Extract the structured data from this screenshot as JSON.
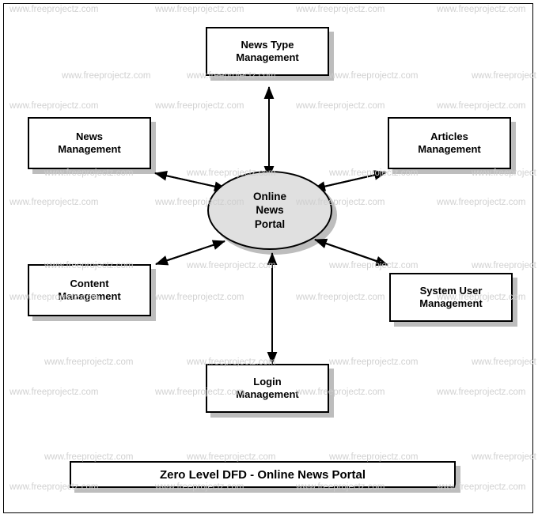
{
  "diagram": {
    "title": "Zero Level DFD - Online News Portal",
    "process": {
      "label": "Online\nNews\nPortal",
      "fill": "#e0e0e0",
      "stroke": "#000000"
    },
    "entities": [
      {
        "id": "news-type-management",
        "label": "News Type\nManagement"
      },
      {
        "id": "news-management",
        "label": "News\nManagement"
      },
      {
        "id": "articles-management",
        "label": "Articles\nManagement"
      },
      {
        "id": "content-management",
        "label": "Content\nManagement"
      },
      {
        "id": "system-user-management",
        "label": "System User\nManagement"
      },
      {
        "id": "login-management",
        "label": "Login\nManagement"
      }
    ],
    "flows": [
      {
        "from": "news-type-management",
        "to": "online-news-portal",
        "direction": "bidirectional"
      },
      {
        "from": "news-management",
        "to": "online-news-portal",
        "direction": "bidirectional"
      },
      {
        "from": "articles-management",
        "to": "online-news-portal",
        "direction": "bidirectional"
      },
      {
        "from": "content-management",
        "to": "online-news-portal",
        "direction": "bidirectional"
      },
      {
        "from": "system-user-management",
        "to": "online-news-portal",
        "direction": "bidirectional"
      },
      {
        "from": "login-management",
        "to": "online-news-portal",
        "direction": "bidirectional"
      }
    ],
    "colors": {
      "border": "#000000",
      "box_fill": "#ffffff",
      "shadow": "#bdbdbd",
      "watermark": "#cfcfcf"
    }
  },
  "watermark": {
    "text": "www.freeprojectz.com",
    "short": "www.freeproject"
  }
}
